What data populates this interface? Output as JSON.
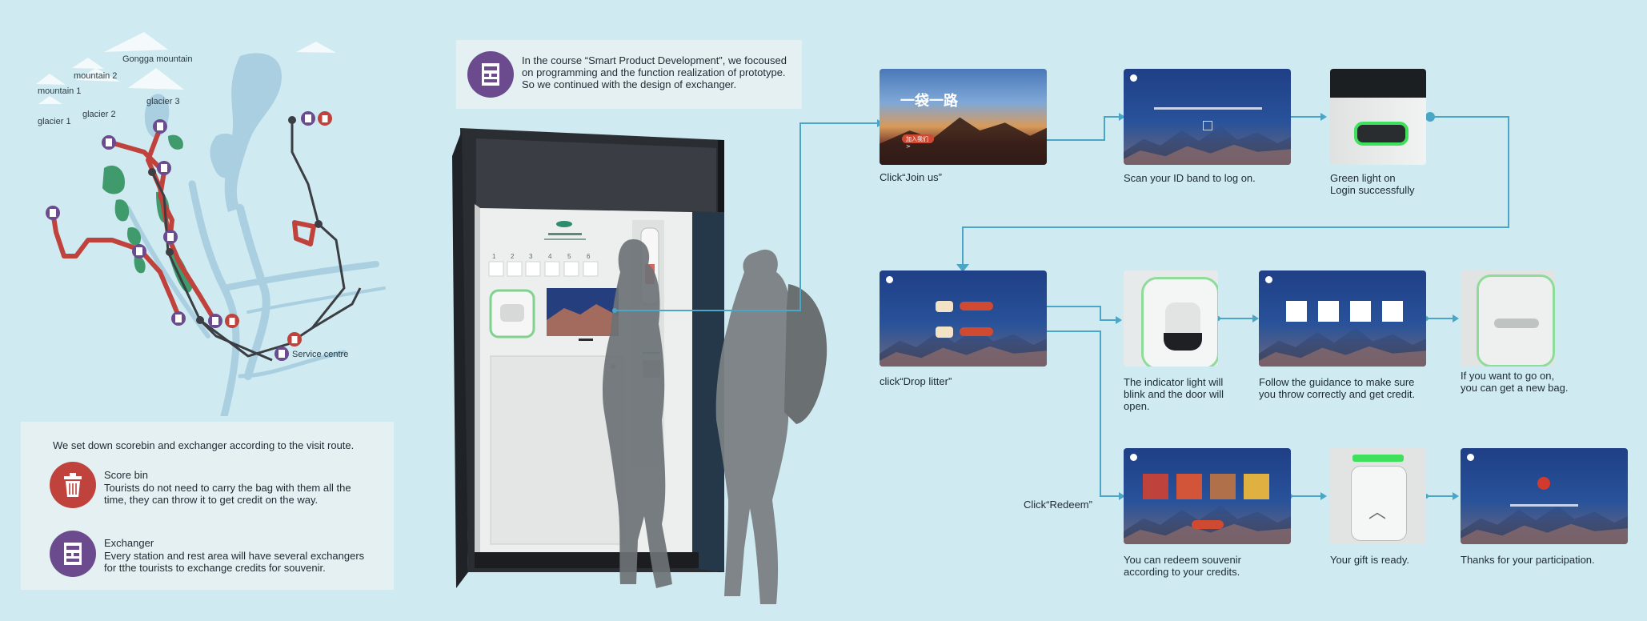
{
  "map": {
    "labels": {
      "gongga": "Gongga mountain",
      "mountain2": "mountain 2",
      "mountain1": "mountain 1",
      "glacier3": "glacier 3",
      "glacier2": "glacier 2",
      "glacier1": "glacier 1",
      "service": "Service centre"
    }
  },
  "legend": {
    "intro": "We set down scorebin and exchanger according to the visit route.",
    "score_bin_title": "Score bin",
    "score_bin_desc": "Tourists do not need to carry the bag with them all the time, they can throw it to get credit on the way.",
    "exchanger_title": "Exchanger",
    "exchanger_desc": "Every station and rest area will have several exchangers for tthe tourists to exchange credits for souvenir.",
    "score_bin_color": "#c0423d",
    "exchanger_color": "#6b4b8e"
  },
  "course": {
    "text": "In the course “Smart Product Development”, we focoused on programming and the function realization of prototype. So we continued with the design of exchanger."
  },
  "machine": {
    "slot_numbers": [
      "1",
      "2",
      "3",
      "4",
      "5",
      "6"
    ]
  },
  "flow": {
    "join_screen_title": "一袋一路",
    "join_button": "加入我们 >",
    "caption_join": "Click“Join us”",
    "caption_scan": "Scan your ID band to log on.",
    "caption_green_1": "Green light on",
    "caption_green_2": "Login successfully",
    "caption_drop": "click“Drop litter”",
    "caption_indicator_1": "The indicator light will",
    "caption_indicator_2": "blink and the door will",
    "caption_indicator_3": "open.",
    "caption_follow_1": "Follow the guidance to make sure",
    "caption_follow_2": "you throw correctly and get credit.",
    "caption_goon_1": "If you want to go on,",
    "caption_goon_2": "you can get a new bag.",
    "caption_redeem_click": "Click“Redeem”",
    "caption_redeem_1": "You can redeem souvenir",
    "caption_redeem_2": "according to your credits.",
    "caption_gift": "Your gift is ready.",
    "caption_thanks": "Thanks for your participation.",
    "line_color": "#4aa6c4"
  }
}
